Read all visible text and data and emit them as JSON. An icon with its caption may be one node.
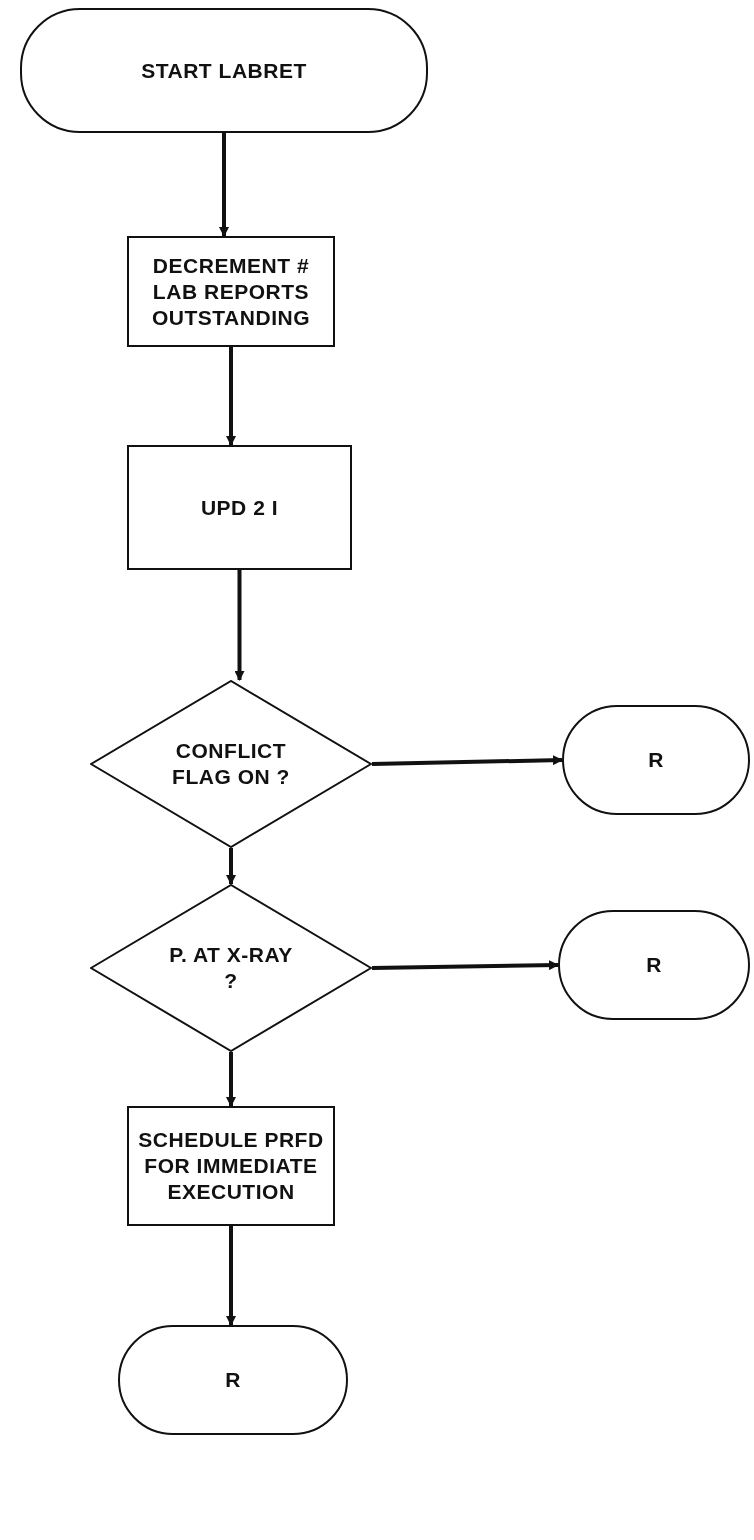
{
  "diagram": {
    "nodes": [
      {
        "text": [
          "START LABRET"
        ]
      },
      {
        "text": [
          "DECREMENT # LAB REPORTS OUTSTANDING"
        ]
      },
      {
        "text": [
          "UPD 2 I"
        ]
      },
      {
        "text": [
          "CONFLICT FLAG ON ?"
        ]
      },
      {
        "text": [
          "R"
        ]
      },
      {
        "text": [
          "P. AT X-RAY ?"
        ]
      },
      {
        "text": [
          "R"
        ]
      },
      {
        "text": [
          "SCHEDULE PRFD FOR IMMEDIATE EXECUTION"
        ]
      },
      {
        "text": [
          "R"
        ]
      }
    ],
    "edges": [
      {
        "from": 0,
        "to": 1,
        "arrow": "to"
      },
      {
        "from": 1,
        "to": 2,
        "arrow": "to"
      },
      {
        "from": 2,
        "to": 3,
        "arrow": "to"
      },
      {
        "from": 3,
        "to": 4,
        "arrow": "to"
      },
      {
        "from": 3,
        "to": 5,
        "arrow": "to"
      },
      {
        "from": 5,
        "to": 6,
        "arrow": "to"
      },
      {
        "from": 5,
        "to": 7,
        "arrow": "to"
      },
      {
        "from": 7,
        "to": 8,
        "arrow": "to"
      }
    ]
  }
}
